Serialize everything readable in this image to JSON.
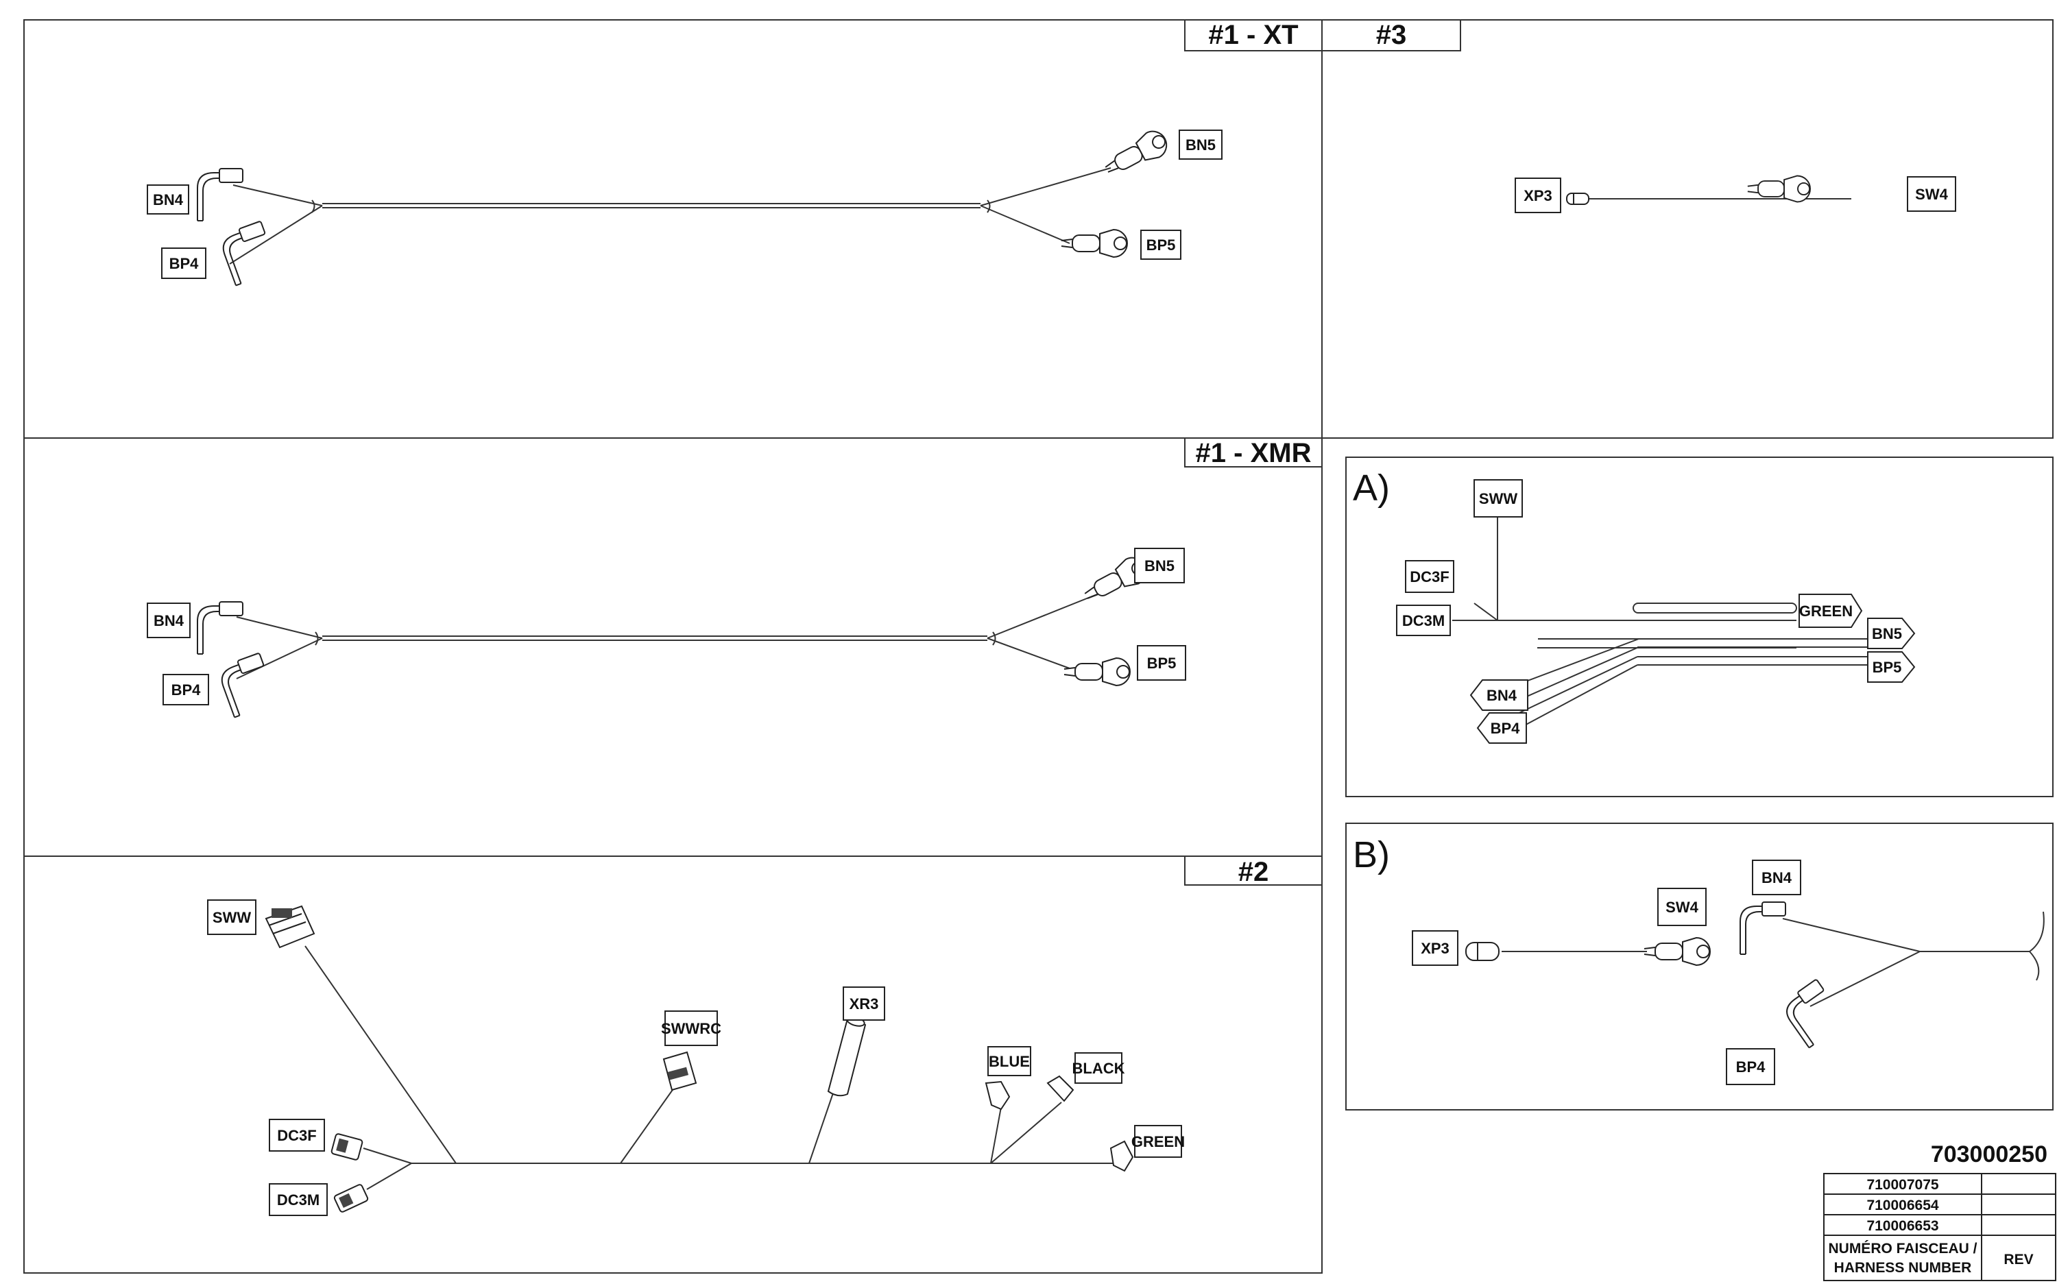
{
  "panels": {
    "p1_xt": {
      "tab": "#1 - XT"
    },
    "p3": {
      "tab": "#3"
    },
    "p1_xmr": {
      "tab": "#1 - XMR"
    },
    "p2": {
      "tab": "#2"
    },
    "detail_a": {
      "letter": "A)"
    },
    "detail_b": {
      "letter": "B)"
    }
  },
  "labels": {
    "bn4": "BN4",
    "bp4": "BP4",
    "bn5": "BN5",
    "bp5": "BP5",
    "xp3": "XP3",
    "sw4": "SW4",
    "sww": "SWW",
    "dc3f": "DC3F",
    "dc3m": "DC3M",
    "green": "GREEN",
    "swwrc": "SWWRC",
    "xr3": "XR3",
    "blue": "BLUE",
    "black": "BLACK"
  },
  "drawing_number": "703000250",
  "title_block": {
    "rows": [
      "710007075",
      "710006654",
      "710006653"
    ],
    "header_line1": "NUMÉRO FAISCEAU /",
    "header_line2": "HARNESS NUMBER",
    "rev": "REV"
  }
}
